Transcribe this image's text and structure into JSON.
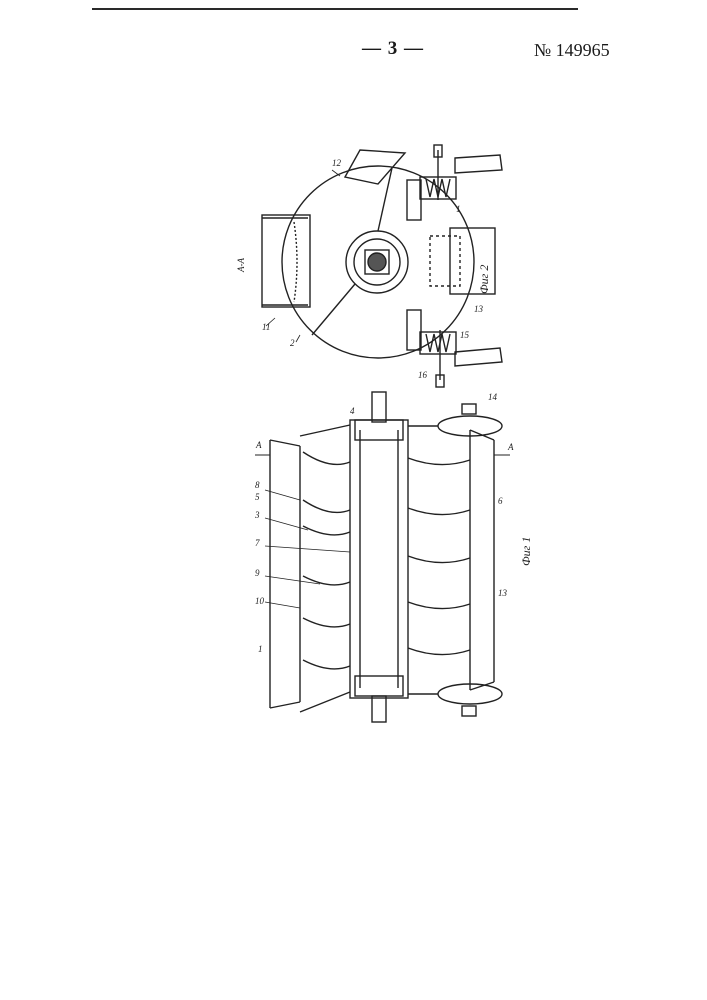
{
  "header": {
    "page_number": "— 3 —",
    "patent_number": "№ 149965"
  },
  "figure2": {
    "section_label": "А-А",
    "caption": "Фиг 2",
    "labels": {
      "l12": "12",
      "l11": "11",
      "l2": "2",
      "l1": "1",
      "l13": "13",
      "l15": "15",
      "l16": "16"
    }
  },
  "figure1": {
    "caption": "Фиг 1",
    "section_mark_left": "А",
    "section_mark_right": "А",
    "labels": {
      "l4": "4",
      "l14": "14",
      "l8": "8",
      "l5": "5",
      "l3": "3",
      "l7": "7",
      "l9": "9",
      "l10": "10",
      "l6": "6",
      "l13": "13",
      "l1": "1"
    }
  }
}
